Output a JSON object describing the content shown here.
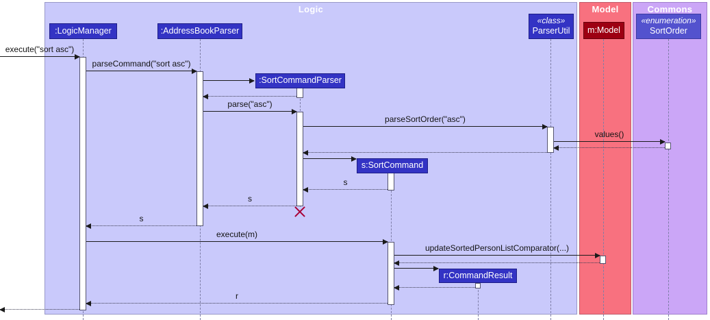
{
  "diagram": {
    "kind": "uml-sequence-diagram",
    "frames": [
      {
        "label": "Logic"
      },
      {
        "label": "Model"
      },
      {
        "label": "Commons"
      }
    ],
    "participants": [
      {
        "label": ":LogicManager"
      },
      {
        "label": ":AddressBookParser"
      },
      {
        "label": ":SortCommandParser"
      },
      {
        "label": "s:SortCommand"
      },
      {
        "label": "r:CommandResult"
      },
      {
        "stereotype": "«class»",
        "label": "ParserUtil"
      },
      {
        "label": "m:Model"
      },
      {
        "stereotype": "«enumeration»",
        "label": "SortOrder"
      }
    ],
    "messages": [
      {
        "label": "execute(\"sort asc\")",
        "kind": "sync"
      },
      {
        "label": "parseCommand(\"sort asc\")",
        "kind": "sync"
      },
      {
        "label": "",
        "kind": "create-sortcommandparser"
      },
      {
        "label": "",
        "kind": "return"
      },
      {
        "label": "parse(\"asc\")",
        "kind": "sync"
      },
      {
        "label": "parseSortOrder(\"asc\")",
        "kind": "sync"
      },
      {
        "label": "values()",
        "kind": "sync"
      },
      {
        "label": "",
        "kind": "return"
      },
      {
        "label": "",
        "kind": "return"
      },
      {
        "label": "",
        "kind": "create-sortcommand"
      },
      {
        "label": "s",
        "kind": "return"
      },
      {
        "label": "s",
        "kind": "return"
      },
      {
        "label": "s",
        "kind": "return"
      },
      {
        "label": "execute(m)",
        "kind": "sync"
      },
      {
        "label": "updateSortedPersonListComparator(...)",
        "kind": "sync"
      },
      {
        "label": "",
        "kind": "return"
      },
      {
        "label": "",
        "kind": "create-commandresult"
      },
      {
        "label": "",
        "kind": "return"
      },
      {
        "label": "r",
        "kind": "return"
      },
      {
        "label": "",
        "kind": "return"
      }
    ],
    "palette": {
      "logic_frame_fill": "#c9c9fb",
      "model_frame_fill": "#f8717f",
      "commons_frame_fill": "#cba6f7",
      "participant_fill": "#3333c4",
      "model_participant_fill": "#9d0012",
      "enumeration_participant_fill": "#5352ce",
      "destruction_x": "#a80036",
      "arrow": "#1b1b1b"
    }
  }
}
